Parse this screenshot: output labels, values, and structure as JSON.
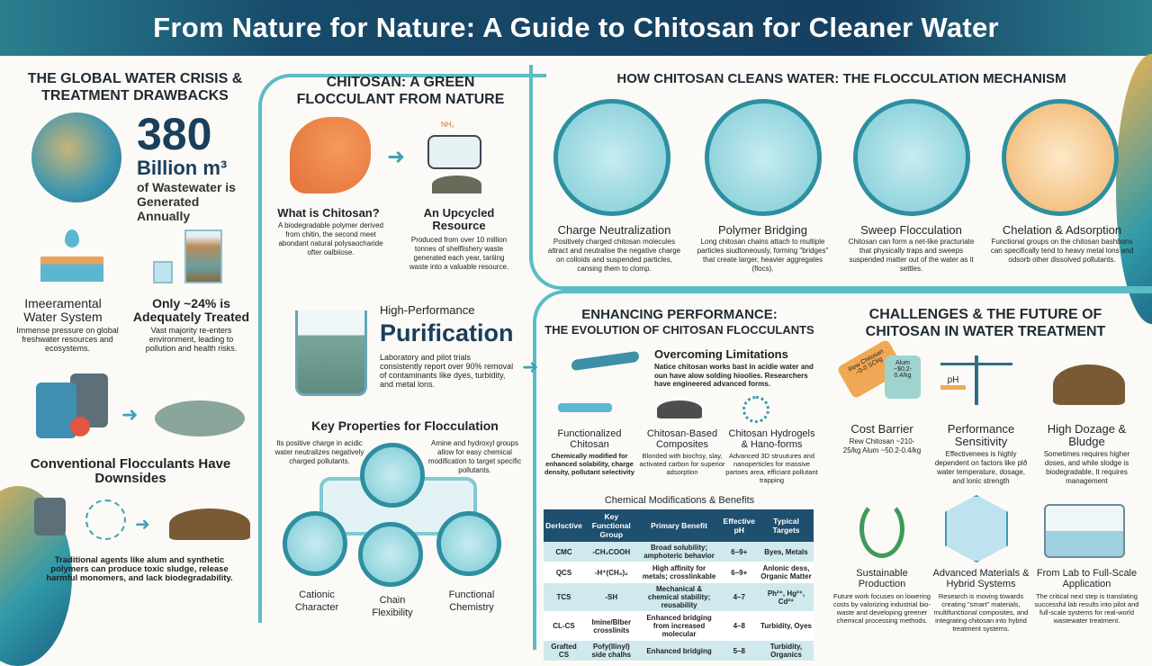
{
  "title": "From Nature for Nature:  A Guide to Chitosan for Cleaner Water",
  "colors": {
    "header": "#174a6a",
    "accent": "#5bbcc4",
    "number": "#1a3f5c",
    "orange": "#e8833a"
  },
  "crisis": {
    "title": "THE GLOBAL WATER CRISIS & TREATMENT DRAWBACKS",
    "big_number": "380",
    "unit": "Billion m³",
    "stat_text": "of Wastewater is Generated Annually",
    "items": [
      {
        "title": "Imeeramental Water System",
        "text": "Immense pressure on global freshwater resources and ecosystems.",
        "icon": "water-drop-icon"
      },
      {
        "title": "Only ~24% is Adequately Treated",
        "text": "Vast majority re-enters environment, leading to pollution and health risks.",
        "icon": "beaker-icon"
      }
    ],
    "conventional_title": "Conventional Flocculants Have Downsides",
    "conventional_text": "Traditional agents like alum and synthetic polymers can produce toxic sludge, release harmful monomers, and lack biodegradability."
  },
  "green": {
    "title": "CHITOSAN: A GREEN FLOCCULANT FROM NATURE",
    "what": {
      "title": "What is Chitosan?",
      "text": "A biodegradable polymer derived from chitin, the second meet abondant natural polysaocharide ofter oalbiiose."
    },
    "upcycled": {
      "title": "An Upcycled Resource",
      "text": "Produced from over 10 million tonnes of shelflishery waste generated each year, tariiing waste into a valuable resource.",
      "label": "NH₂"
    },
    "perf": {
      "subtitle": "High-Performance",
      "title": "Purification",
      "text": "Laboratory and pilot trials consistently report over 90% removal of contaminants like dyes, turbidity, and metal lons."
    },
    "key": {
      "title": "Key Properties for Flocculation",
      "left_text": "Its positive charge in acidic water neutralizes negatively charged pollutants.",
      "right_text": "Amine and hydroxyl groups allow for easy chemical modification to target specific pollutants.",
      "labels": [
        "Cationic Character",
        "Chain Flexibility",
        "Functional Chemistry"
      ]
    }
  },
  "mechanism": {
    "title": "HOW CHITOSAN CLEANS WATER: THE FLOCCULATION MECHANISM",
    "items": [
      {
        "title": "Charge Neutralization",
        "text": "Positively charged chitosan molecules attract and neutralise the negative charge on colloids and suspended particles, cansing them to clomp."
      },
      {
        "title": "Polymer Bridging",
        "text": "Long chitosan chains attach to multiple particles siudtoneously, forming \"bridges\" that create larger, heavier aggregates (flocs)."
      },
      {
        "title": "Sweep Flocculation",
        "text": "Chitosan can form a net-like practuriate that physically traps and sweeps suspended matter out of the water as it settles."
      },
      {
        "title": "Chelation & Adsorption",
        "text": "Functional groups on the chitosan bashbons can specifically tend to heavy metal lons and odsorb other dissolved pollutants."
      }
    ]
  },
  "enhance": {
    "title1": "ENHANCING PERFORMANCE:",
    "title2": "THE EVOLUTION OF CHITOSAN FLOCCULANTS",
    "overcoming": {
      "title": "Overcoming Limitations",
      "text": "Natice chitosan works bast in acidie water and oun have alow solding hioolies. Researchers have engineered advanced forms."
    },
    "forms": [
      {
        "title": "Functionalized Chitosan",
        "text": "Chemically modified for enhanced solability, charge density, pollutant selectivity"
      },
      {
        "title": "Chitosan-Based Composites",
        "text": "Blonded with biochsy, slay, activated carbon for superior adsorption"
      },
      {
        "title": "Chitosan Hydrogels & Hano-forms",
        "text": "Advanced 3D struutures and nanoperticles for massive partoes area, efficiant pollutant trapping"
      }
    ],
    "table_title": "Chemical Modifications & Benefits",
    "table": {
      "headers": [
        "Derlsctive",
        "Key Functional Group",
        "Primary Benefit",
        "Effective pH",
        "Typical Targets"
      ],
      "rows": [
        [
          "CMC",
          "-CH₂COOH",
          "Broad solubility; amphoteric behavior",
          "6–9+",
          "Byes, Metals"
        ],
        [
          "QCS",
          "-H⁺(CH₃)₂",
          "High affinity for metals; crosslinkable",
          "6–9+",
          "Anlonic dess, Organic Matter"
        ],
        [
          "TCS",
          "-SH",
          "Mechanical & chemical stability; reusability",
          "4–7",
          "Ph²⁺, Hg²⁺, Cd²⁺"
        ],
        [
          "CL-CS",
          "Imine/Blber crosslinits",
          "Enhanced bridging from increased molecular",
          "4–8",
          "Turbidity, Oyes"
        ],
        [
          "Grafted CS",
          "Pofy(llinyl) side chalhs",
          "Enhanced bridging",
          "5–8",
          "Turbidity, Organics"
        ]
      ]
    }
  },
  "future": {
    "title": "CHALLENGES & THE FUTURE OF CHITOSAN IN WATER TREATMENT",
    "tag1": "Rew Chitosan ~0-0 SCkg",
    "tag2": "Alum ~$0.2-0.4/kg",
    "items": [
      {
        "title": "Cost Barrier",
        "text": "Rew Chitosan ~210-25/kg Alum ~50.2-0.4/kg"
      },
      {
        "title": "Performance Sensitivity",
        "text": "Effectivenees is highly dependent on factors like plð water temperature, dosage, and lonic strength",
        "label": "pH"
      },
      {
        "title": "High Dozage & Bludge",
        "text": "Sometimes requires higher doses, and while slodge is biodegradable, It requires management"
      },
      {
        "title": "Sustainable Production",
        "text": "Future work focuses on lowering costs by valorizing industrial bio-waste and developing greener chemical processing methods."
      },
      {
        "title": "Advanced Materials & Hybrid Systems",
        "text": "Research is moving towards creating \"smart\" materials, multifunctional composites, and integrating chitosan into hybrid treatment systems."
      },
      {
        "title": "From Lab to Full-Scale Application",
        "text": "The critical next step is translating successful lab results into pilot and full-scale systems for real-world wastewater treatment."
      }
    ]
  }
}
